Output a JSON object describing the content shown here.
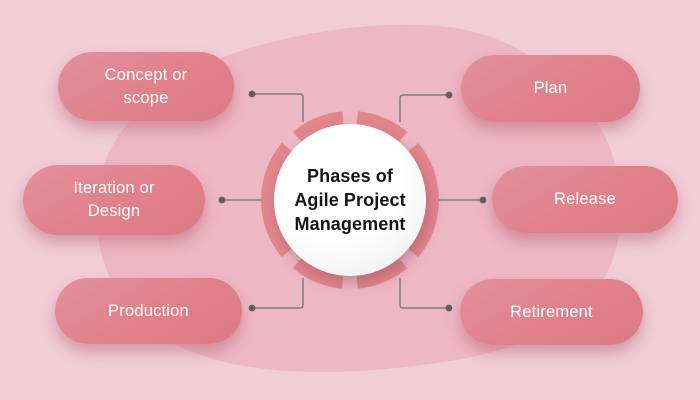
{
  "center": {
    "lines": [
      "Phases of",
      "Agile Project",
      "Management"
    ]
  },
  "phases": {
    "left": [
      {
        "label": "Concept or scope"
      },
      {
        "label": "Iteration or Design"
      },
      {
        "label": "Production"
      }
    ],
    "right": [
      {
        "label": "Plan"
      },
      {
        "label": "Release"
      },
      {
        "label": "Retirement"
      }
    ]
  },
  "colors": {
    "bg": "#f1cdd6",
    "blob": "#eeb7c4",
    "pill": "#e0808a",
    "pill-light": "#e3919b",
    "pill-dark": "#dd7a85",
    "ring": "#e2868e",
    "line": "#7d7d7d",
    "dot": "#5f5f5f",
    "pill-text": "#ffffff",
    "title-text": "#151515"
  }
}
